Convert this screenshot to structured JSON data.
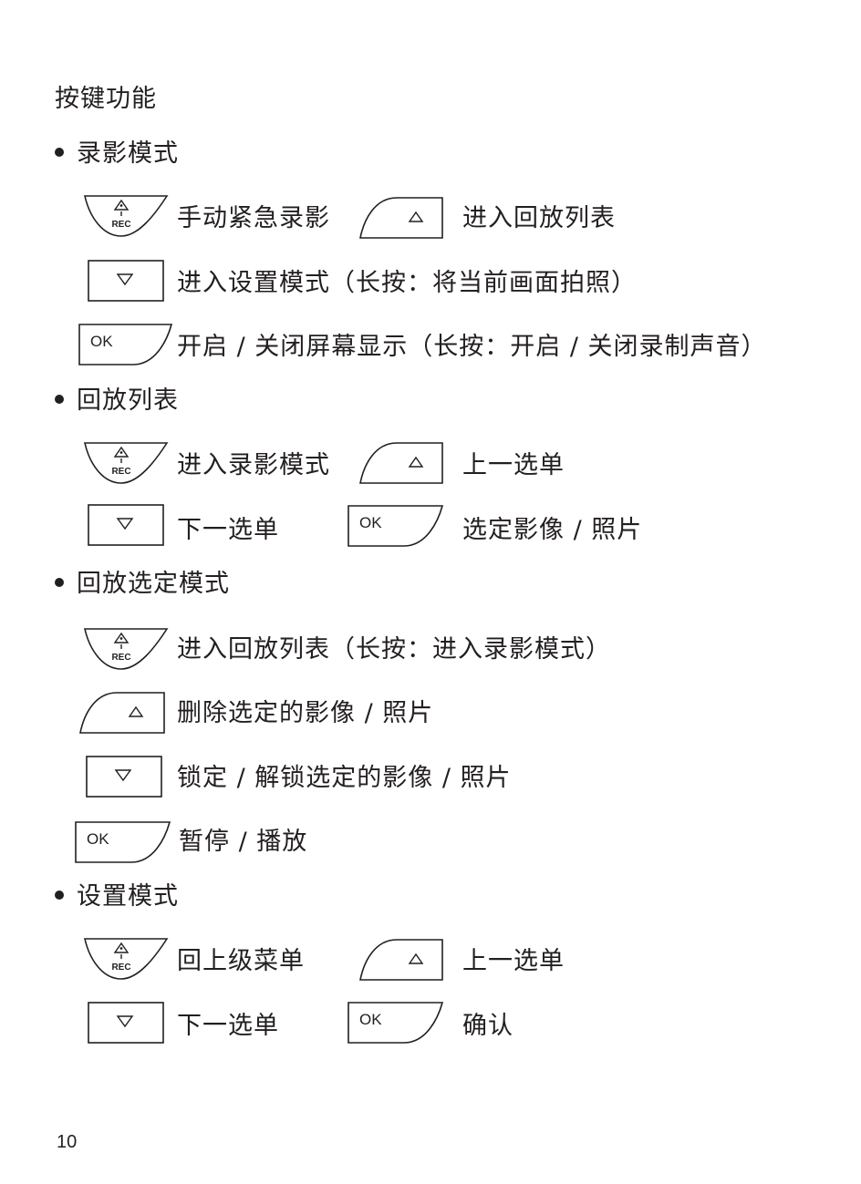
{
  "page": {
    "title": "按键功能",
    "page_number": "10",
    "ink_color": "#231f20"
  },
  "keys": {
    "rec_icon": "rec-key-icon",
    "rec_label": "REC",
    "up_icon": "up-triangle-key-icon",
    "down_icon": "down-triangle-key-icon",
    "ok_icon": "ok-key-icon",
    "ok_label": "OK"
  },
  "sections": [
    {
      "heading": "录影模式",
      "items": [
        {
          "key": "rec",
          "text": "手动紧急录影"
        },
        {
          "key": "up",
          "text": "进入回放列表"
        },
        {
          "key": "down",
          "text": "进入设置模式（长按：将当前画面拍照）"
        },
        {
          "key": "ok",
          "text": "开启 / 关闭屏幕显示（长按：开启 / 关闭录制声音）"
        }
      ]
    },
    {
      "heading": "回放列表",
      "items": [
        {
          "key": "rec",
          "text": "进入录影模式"
        },
        {
          "key": "up",
          "text": "上一选单"
        },
        {
          "key": "down",
          "text": "下一选单"
        },
        {
          "key": "ok",
          "text": "选定影像 / 照片"
        }
      ]
    },
    {
      "heading": "回放选定模式",
      "items": [
        {
          "key": "rec",
          "text": "进入回放列表（长按：进入录影模式）"
        },
        {
          "key": "up",
          "text": "删除选定的影像 / 照片"
        },
        {
          "key": "down",
          "text": "锁定 / 解锁选定的影像 / 照片"
        },
        {
          "key": "ok",
          "text": "暂停 / 播放"
        }
      ]
    },
    {
      "heading": "设置模式",
      "items": [
        {
          "key": "rec",
          "text": "回上级菜单"
        },
        {
          "key": "up",
          "text": "上一选单"
        },
        {
          "key": "down",
          "text": "下一选单"
        },
        {
          "key": "ok",
          "text": "确认"
        }
      ]
    }
  ]
}
